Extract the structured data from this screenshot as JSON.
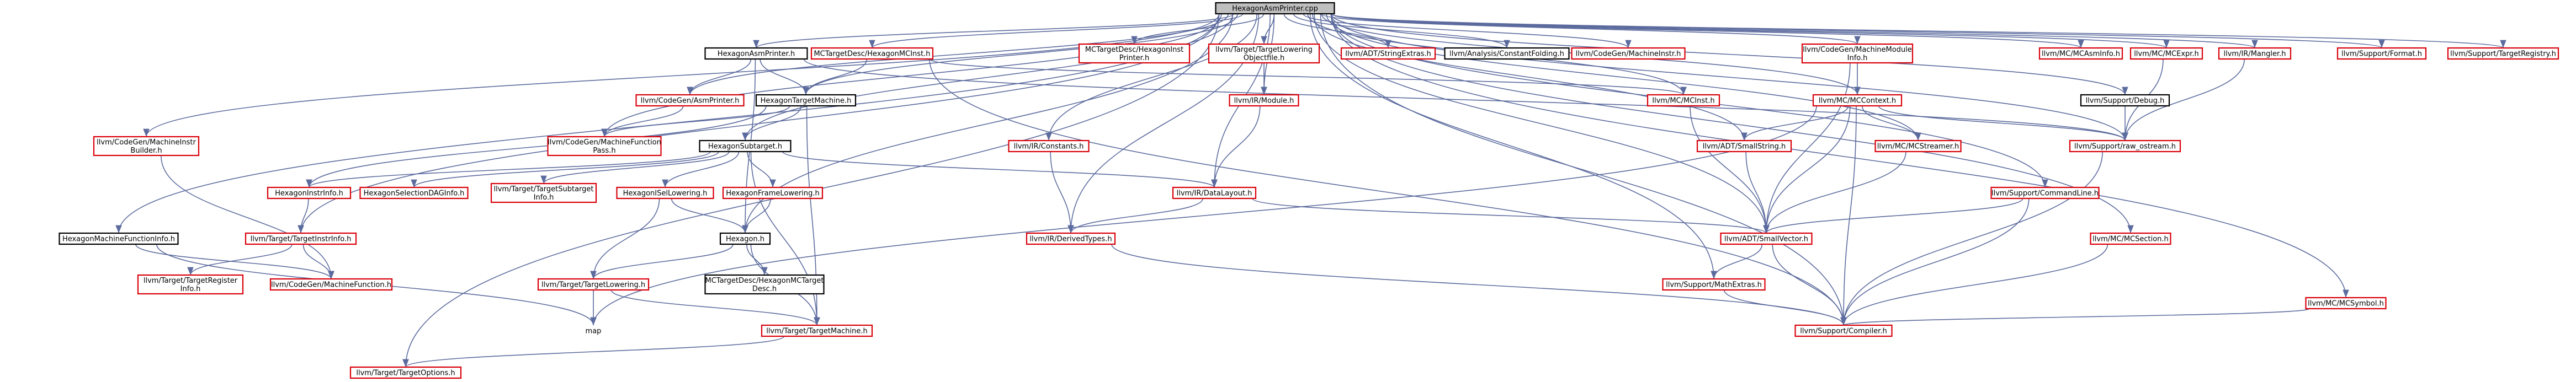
{
  "colors": {
    "edge": "#5c6b9e",
    "node_border_black": "#000000",
    "node_border_red": "#d9000a",
    "root_fill": "#bfbfbf",
    "node_fill": "#ffffff"
  },
  "nodes": {
    "root": {
      "label": [
        "HexagonAsmPrinter.cpp"
      ],
      "style": "root"
    },
    "hexagonasmprinter_h": {
      "label": [
        "HexagonAsmPrinter.h"
      ],
      "style": "black"
    },
    "mctargetdesc_hexagonmcinst_h": {
      "label": [
        "MCTargetDesc/HexagonMCInst.h"
      ],
      "style": "red"
    },
    "mctargetdesc_hexagoninstprinter_h": {
      "label": [
        "MCTargetDesc/HexagonInst",
        "Printer.h"
      ],
      "style": "red"
    },
    "target_targetloweringobjectfile_h": {
      "label": [
        "llvm/Target/TargetLowering",
        "Objectfile.h"
      ],
      "style": "red"
    },
    "adt_stringextras_h": {
      "label": [
        "llvm/ADT/StringExtras.h"
      ],
      "style": "red"
    },
    "analysis_constantfolding_h": {
      "label": [
        "llvm/Analysis/ConstantFolding.h"
      ],
      "style": "black"
    },
    "codegen_machineinstr_h": {
      "label": [
        "llvm/CodeGen/MachineInstr.h"
      ],
      "style": "red"
    },
    "codegen_machinemoduleinfo_h": {
      "label": [
        "llvm/CodeGen/MachineModule",
        "Info.h"
      ],
      "style": "red"
    },
    "mc_mcasminfo_h": {
      "label": [
        "llvm/MC/MCAsmInfo.h"
      ],
      "style": "red"
    },
    "mc_mcexpr_h": {
      "label": [
        "llvm/MC/MCExpr.h"
      ],
      "style": "red"
    },
    "ir_mangler_h": {
      "label": [
        "llvm/IR/Mangler.h"
      ],
      "style": "red"
    },
    "support_format_h": {
      "label": [
        "llvm/Support/Format.h"
      ],
      "style": "red"
    },
    "support_targetregistry_h": {
      "label": [
        "llvm/Support/TargetRegistry.h"
      ],
      "style": "red"
    },
    "codegen_asmprinter_h": {
      "label": [
        "llvm/CodeGen/AsmPrinter.h"
      ],
      "style": "red"
    },
    "hexagontargetmachine_h": {
      "label": [
        "HexagonTargetMachine.h"
      ],
      "style": "black"
    },
    "ir_module_h": {
      "label": [
        "llvm/IR/Module.h"
      ],
      "style": "red"
    },
    "mc_mcinst_h": {
      "label": [
        "llvm/MC/MCInst.h"
      ],
      "style": "red"
    },
    "mc_mccontext_h": {
      "label": [
        "llvm/MC/MCContext.h"
      ],
      "style": "red"
    },
    "support_debug_h": {
      "label": [
        "llvm/Support/Debug.h"
      ],
      "style": "black"
    },
    "codegen_machineinstrbuilder_h": {
      "label": [
        "llvm/CodeGen/MachineInstr",
        "Builder.h"
      ],
      "style": "red"
    },
    "codegen_machinefunctionpass_h": {
      "label": [
        "llvm/CodeGen/MachineFunction",
        "Pass.h"
      ],
      "style": "red"
    },
    "hexagonsubtarget_h": {
      "label": [
        "HexagonSubtarget.h"
      ],
      "style": "black"
    },
    "ir_constants_h": {
      "label": [
        "llvm/IR/Constants.h"
      ],
      "style": "red"
    },
    "adt_smallstring_h": {
      "label": [
        "llvm/ADT/SmallString.h"
      ],
      "style": "red"
    },
    "mc_mcstreamer_h": {
      "label": [
        "llvm/MC/MCStreamer.h"
      ],
      "style": "red"
    },
    "support_raw_ostream_h": {
      "label": [
        "llvm/Support/raw_ostream.h"
      ],
      "style": "red"
    },
    "hexagoninstrinfo_h": {
      "label": [
        "HexagonInstrInfo.h"
      ],
      "style": "red"
    },
    "hexagonselectiondaginfo_h": {
      "label": [
        "HexagonSelectionDAGInfo.h"
      ],
      "style": "red"
    },
    "target_targetsubtargetinfo_h": {
      "label": [
        "llvm/Target/TargetSubtarget",
        "Info.h"
      ],
      "style": "red"
    },
    "hexagonisellowering_h": {
      "label": [
        "HexagonISelLowering.h"
      ],
      "style": "red"
    },
    "hexagonframelowering_h": {
      "label": [
        "HexagonFrameLowering.h"
      ],
      "style": "red"
    },
    "ir_datalayout_h": {
      "label": [
        "llvm/IR/DataLayout.h"
      ],
      "style": "red"
    },
    "support_commandline_h": {
      "label": [
        "llvm/Support/CommandLine.h"
      ],
      "style": "red"
    },
    "hexagonmachinefunctioninfo_h": {
      "label": [
        "HexagonMachineFunctionInfo.h"
      ],
      "style": "black"
    },
    "target_targetinstrinfo_h": {
      "label": [
        "llvm/Target/TargetInstrInfo.h"
      ],
      "style": "red"
    },
    "hexagon_h": {
      "label": [
        "Hexagon.h"
      ],
      "style": "black"
    },
    "ir_derivedtypes_h": {
      "label": [
        "llvm/IR/DerivedTypes.h"
      ],
      "style": "red"
    },
    "adt_smallvector_h": {
      "label": [
        "llvm/ADT/SmallVector.h"
      ],
      "style": "red"
    },
    "mc_mcsection_h": {
      "label": [
        "llvm/MC/MCSection.h"
      ],
      "style": "red"
    },
    "target_targetregisterinfo_h": {
      "label": [
        "llvm/Target/TargetRegister",
        "Info.h"
      ],
      "style": "red"
    },
    "codegen_machinefunction_h": {
      "label": [
        "llvm/CodeGen/MachineFunction.h"
      ],
      "style": "red"
    },
    "target_targetlowering_h": {
      "label": [
        "llvm/Target/TargetLowering.h"
      ],
      "style": "red"
    },
    "mctargetdesc_hexagonmctargetdesc_h": {
      "label": [
        "MCTargetDesc/HexagonMCTarget",
        "Desc.h"
      ],
      "style": "black"
    },
    "support_mathextras_h": {
      "label": [
        "llvm/Support/MathExtras.h"
      ],
      "style": "red"
    },
    "mc_mcsymbol_h": {
      "label": [
        "llvm/MC/MCSymbol.h"
      ],
      "style": "red"
    },
    "map": {
      "label": [
        "map"
      ],
      "style": "plain"
    },
    "target_targetmachine_h": {
      "label": [
        "llvm/Target/TargetMachine.h"
      ],
      "style": "red"
    },
    "support_compiler_h": {
      "label": [
        "llvm/Support/Compiler.h"
      ],
      "style": "red"
    },
    "target_targetoptions_h": {
      "label": [
        "llvm/Target/TargetOptions.h"
      ],
      "style": "red"
    }
  },
  "edges": [
    [
      "root",
      "hexagonasmprinter_h"
    ],
    [
      "root",
      "mctargetdesc_hexagonmcinst_h"
    ],
    [
      "root",
      "mctargetdesc_hexagoninstprinter_h"
    ],
    [
      "root",
      "target_targetloweringobjectfile_h"
    ],
    [
      "root",
      "adt_stringextras_h"
    ],
    [
      "root",
      "analysis_constantfolding_h"
    ],
    [
      "root",
      "codegen_machineinstr_h"
    ],
    [
      "root",
      "codegen_machinemoduleinfo_h"
    ],
    [
      "root",
      "mc_mcasminfo_h"
    ],
    [
      "root",
      "mc_mcexpr_h"
    ],
    [
      "root",
      "ir_mangler_h"
    ],
    [
      "root",
      "support_format_h"
    ],
    [
      "root",
      "support_targetregistry_h"
    ],
    [
      "root",
      "codegen_asmprinter_h"
    ],
    [
      "root",
      "hexagontargetmachine_h"
    ],
    [
      "root",
      "ir_module_h"
    ],
    [
      "root",
      "mc_mcinst_h"
    ],
    [
      "root",
      "mc_mccontext_h"
    ],
    [
      "root",
      "support_debug_h"
    ],
    [
      "root",
      "codegen_machineinstrbuilder_h"
    ],
    [
      "root",
      "codegen_machinefunctionpass_h"
    ],
    [
      "root",
      "hexagonsubtarget_h"
    ],
    [
      "root",
      "ir_constants_h"
    ],
    [
      "root",
      "adt_smallstring_h"
    ],
    [
      "root",
      "mc_mcstreamer_h"
    ],
    [
      "root",
      "support_raw_ostream_h"
    ],
    [
      "root",
      "ir_datalayout_h"
    ],
    [
      "root",
      "support_commandline_h"
    ],
    [
      "root",
      "hexagonmachinefunctioninfo_h"
    ],
    [
      "root",
      "target_targetinstrinfo_h"
    ],
    [
      "root",
      "hexagon_h"
    ],
    [
      "root",
      "ir_derivedtypes_h"
    ],
    [
      "root",
      "adt_smallvector_h"
    ],
    [
      "root",
      "mc_mcsection_h"
    ],
    [
      "root",
      "mc_mcsymbol_h"
    ],
    [
      "root",
      "support_compiler_h"
    ],
    [
      "root",
      "support_mathextras_h"
    ],
    [
      "root",
      "target_targetoptions_h"
    ],
    [
      "hexagonasmprinter_h",
      "codegen_asmprinter_h"
    ],
    [
      "hexagonasmprinter_h",
      "hexagontargetmachine_h"
    ],
    [
      "hexagonasmprinter_h",
      "support_raw_ostream_h"
    ],
    [
      "hexagonasmprinter_h",
      "hexagon_h"
    ],
    [
      "mctargetdesc_hexagonmcinst_h",
      "hexagontargetmachine_h"
    ],
    [
      "mctargetdesc_hexagonmcinst_h",
      "mc_mcinst_h"
    ],
    [
      "mctargetdesc_hexagonmcinst_h",
      "support_compiler_h"
    ],
    [
      "target_targetloweringobjectfile_h",
      "ir_module_h"
    ],
    [
      "codegen_machinemoduleinfo_h",
      "mc_mccontext_h"
    ],
    [
      "codegen_machinemoduleinfo_h",
      "adt_smallvector_h"
    ],
    [
      "mc_mcexpr_h",
      "support_raw_ostream_h"
    ],
    [
      "ir_mangler_h",
      "support_raw_ostream_h"
    ],
    [
      "codegen_asmprinter_h",
      "codegen_machinefunctionpass_h"
    ],
    [
      "hexagontargetmachine_h",
      "hexagonsubtarget_h"
    ],
    [
      "hexagontargetmachine_h",
      "codegen_machinefunctionpass_h"
    ],
    [
      "hexagontargetmachine_h",
      "hexagoninstrinfo_h"
    ],
    [
      "hexagontargetmachine_h",
      "target_targetmachine_h"
    ],
    [
      "ir_module_h",
      "ir_datalayout_h"
    ],
    [
      "mc_mcinst_h",
      "adt_smallvector_h"
    ],
    [
      "mc_mccontext_h",
      "adt_smallstring_h"
    ],
    [
      "mc_mccontext_h",
      "mc_mcstreamer_h"
    ],
    [
      "mc_mccontext_h",
      "support_raw_ostream_h"
    ],
    [
      "mc_mccontext_h",
      "adt_smallvector_h"
    ],
    [
      "mc_mccontext_h",
      "support_compiler_h"
    ],
    [
      "mc_mccontext_h",
      "map"
    ],
    [
      "support_debug_h",
      "support_raw_ostream_h"
    ],
    [
      "codegen_machineinstrbuilder_h",
      "codegen_machinefunction_h"
    ],
    [
      "hexagonsubtarget_h",
      "hexagoninstrinfo_h"
    ],
    [
      "hexagonsubtarget_h",
      "hexagonselectiondaginfo_h"
    ],
    [
      "hexagonsubtarget_h",
      "target_targetsubtargetinfo_h"
    ],
    [
      "hexagonsubtarget_h",
      "hexagonisellowering_h"
    ],
    [
      "hexagonsubtarget_h",
      "hexagonframelowering_h"
    ],
    [
      "hexagonsubtarget_h",
      "ir_datalayout_h"
    ],
    [
      "hexagonsubtarget_h",
      "target_targetmachine_h"
    ],
    [
      "ir_constants_h",
      "ir_derivedtypes_h"
    ],
    [
      "adt_smallstring_h",
      "adt_smallvector_h"
    ],
    [
      "mc_mcstreamer_h",
      "adt_smallvector_h"
    ],
    [
      "support_raw_ostream_h",
      "support_compiler_h"
    ],
    [
      "hexagoninstrinfo_h",
      "target_targetinstrinfo_h"
    ],
    [
      "hexagonisellowering_h",
      "hexagon_h"
    ],
    [
      "hexagonisellowering_h",
      "target_targetlowering_h"
    ],
    [
      "hexagonframelowering_h",
      "hexagon_h"
    ],
    [
      "ir_datalayout_h",
      "ir_derivedtypes_h"
    ],
    [
      "ir_datalayout_h",
      "adt_smallvector_h"
    ],
    [
      "support_commandline_h",
      "adt_smallvector_h"
    ],
    [
      "support_commandline_h",
      "support_compiler_h"
    ],
    [
      "hexagonmachinefunctioninfo_h",
      "codegen_machinefunction_h"
    ],
    [
      "hexagonmachinefunctioninfo_h",
      "map"
    ],
    [
      "target_targetinstrinfo_h",
      "target_targetregisterinfo_h"
    ],
    [
      "target_targetinstrinfo_h",
      "codegen_machinefunction_h"
    ],
    [
      "hexagon_h",
      "target_targetlowering_h"
    ],
    [
      "hexagon_h",
      "mctargetdesc_hexagonmctargetdesc_h"
    ],
    [
      "hexagon_h",
      "target_targetmachine_h"
    ],
    [
      "ir_derivedtypes_h",
      "support_compiler_h"
    ],
    [
      "adt_smallvector_h",
      "support_mathextras_h"
    ],
    [
      "adt_smallvector_h",
      "support_compiler_h"
    ],
    [
      "mc_mcsection_h",
      "support_compiler_h"
    ],
    [
      "mc_mcsymbol_h",
      "support_compiler_h"
    ],
    [
      "target_targetlowering_h",
      "map"
    ],
    [
      "target_targetlowering_h",
      "target_targetmachine_h"
    ],
    [
      "support_mathextras_h",
      "support_compiler_h"
    ],
    [
      "target_targetmachine_h",
      "target_targetoptions_h"
    ]
  ]
}
